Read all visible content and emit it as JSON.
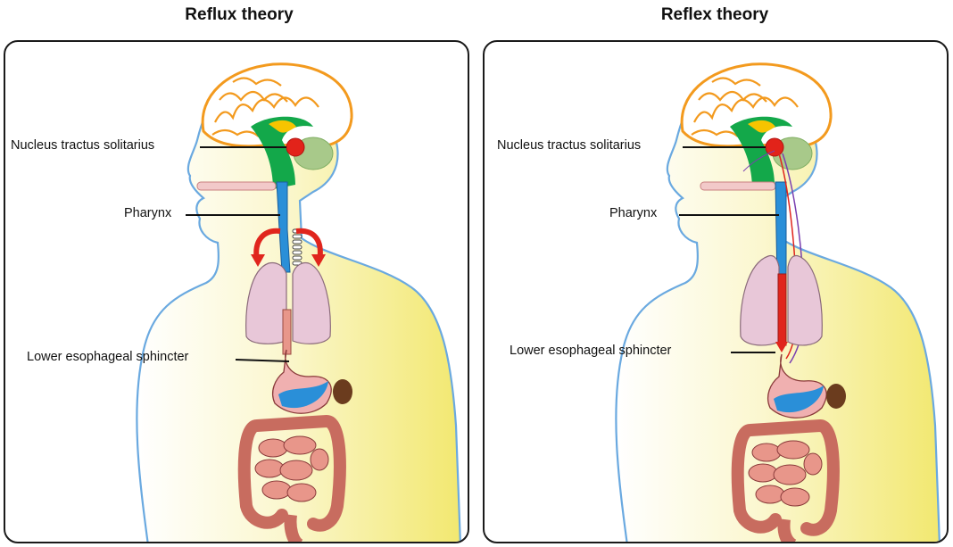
{
  "panels": [
    {
      "title": "Reflux theory",
      "labels": {
        "nts": "Nucleus tractus solitarius",
        "pharynx": "Pharynx",
        "les": "Lower esophageal sphincter"
      }
    },
    {
      "title": "Reflex theory",
      "labels": {
        "nts": "Nucleus tractus solitarius",
        "pharynx": "Pharynx",
        "les": "Lower esophageal sphincter"
      }
    }
  ],
  "colors": {
    "body_fill": "#f6f0a0",
    "body_outline": "#6aa9e0",
    "brain_orange": "#f39a1e",
    "brainstem_green": "#13a84a",
    "cerebellum": "#a8c98a",
    "nts_red": "#e2231a",
    "esophagus_blue": "#2a8fd8",
    "lungs": "#e8c7d8",
    "stomach": "#f0b0b0",
    "intestine": "#e8968a",
    "reflux_arrow": "#e0251d"
  }
}
